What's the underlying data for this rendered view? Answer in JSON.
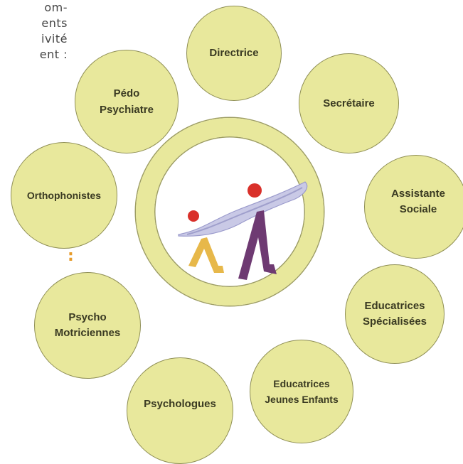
{
  "intro": {
    "lines": [
      "om-",
      "ents",
      "ivité",
      "ent :"
    ],
    "colon": ":"
  },
  "diagram": {
    "nodes": [
      {
        "label": "Directrice"
      },
      {
        "label": "Secrétaire"
      },
      {
        "label": "Assistante\nSociale"
      },
      {
        "label": "Educatrices\nSpécialisées"
      },
      {
        "label": "Educatrices\nJeunes Enfants"
      },
      {
        "label": "Psychologues"
      },
      {
        "label": "Psycho\nMotriciennes"
      },
      {
        "label": "Orthophonistes"
      },
      {
        "label": "Pédo\nPsychiatre"
      }
    ]
  },
  "colors": {
    "bubble_fill": "#e8e89c",
    "bubble_outline": "#8f8f55",
    "accent_colon": "#e69b2b"
  }
}
